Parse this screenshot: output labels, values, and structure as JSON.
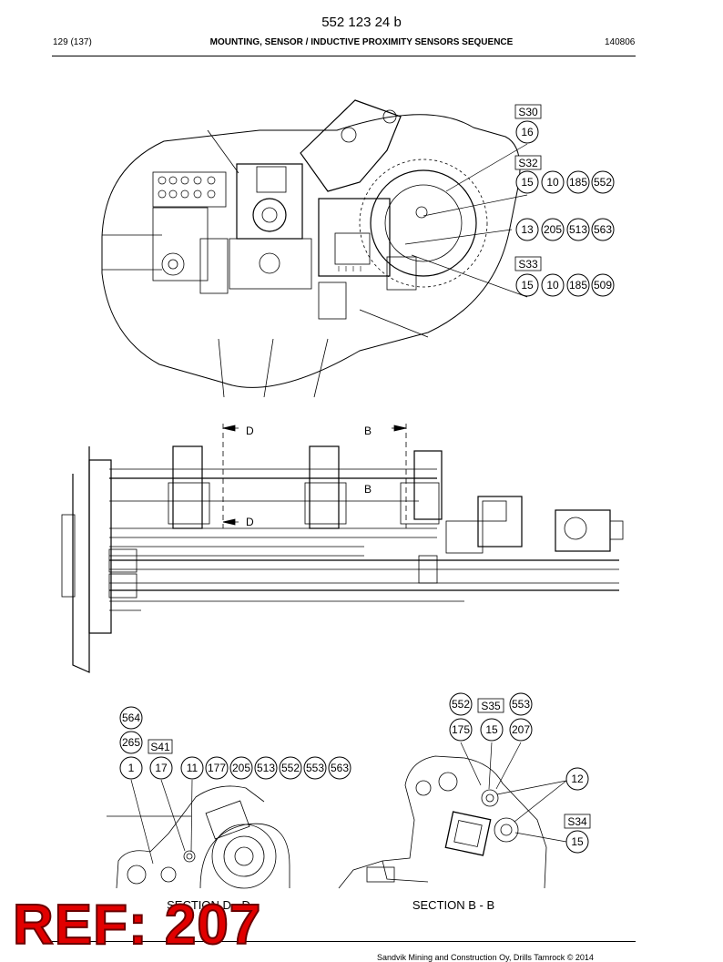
{
  "header": {
    "doc_number": "552 123 24 b",
    "page": "129 (137)",
    "title": "MOUNTING, SENSOR / INDUCTIVE PROXIMITY SENSORS SEQUENCE",
    "date": "140806"
  },
  "callouts_top": {
    "s30": {
      "label": "S30",
      "items": [
        "16"
      ]
    },
    "s32": {
      "label": "S32",
      "items": [
        "15",
        "10",
        "185",
        "552"
      ]
    },
    "row_mid": {
      "items": [
        "13",
        "205",
        "513",
        "563"
      ]
    },
    "s33": {
      "label": "S33",
      "items": [
        "15",
        "10",
        "185",
        "509"
      ]
    }
  },
  "section_markers": {
    "d": "D",
    "b": "B"
  },
  "section_dd": {
    "caption": "SECTION D - D",
    "stack": [
      "564",
      "265"
    ],
    "label_s41": "S41",
    "items": [
      "1",
      "17",
      "11",
      "177",
      "205",
      "513",
      "552",
      "553",
      "563"
    ]
  },
  "section_bb": {
    "caption": "SECTION B - B",
    "top_items": [
      "552",
      "553"
    ],
    "label_s35": "S35",
    "row_items": [
      "175",
      "15",
      "207"
    ],
    "right_item": "12",
    "label_s34": "S34",
    "s34_item": "15"
  },
  "stamp": "REF: 207",
  "footer": {
    "copyright": "Sandvik Mining and Construction Oy, Drills Tamrock © 2014"
  }
}
